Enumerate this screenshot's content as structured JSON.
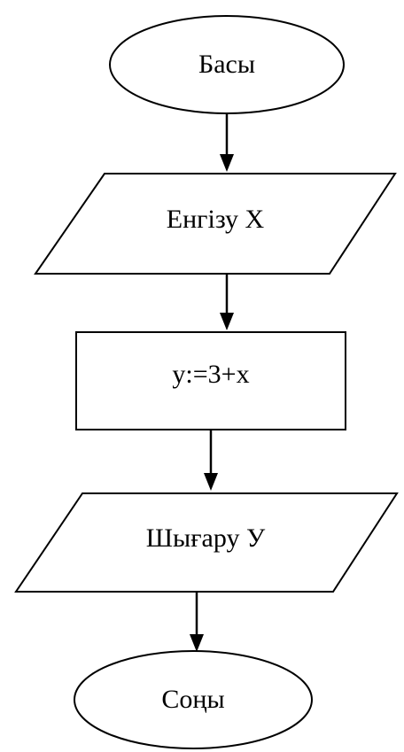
{
  "diagram": {
    "type": "flowchart",
    "nodes": [
      {
        "id": "start",
        "shape": "terminator",
        "label": "Басы"
      },
      {
        "id": "input",
        "shape": "parallelogram",
        "label": "Енгізу X"
      },
      {
        "id": "process",
        "shape": "rectangle",
        "label": "y:=3+x"
      },
      {
        "id": "output",
        "shape": "parallelogram",
        "label": "Шығару У"
      },
      {
        "id": "end",
        "shape": "terminator",
        "label": "Соңы"
      }
    ],
    "edges": [
      {
        "from": "start",
        "to": "input"
      },
      {
        "from": "input",
        "to": "process"
      },
      {
        "from": "process",
        "to": "output"
      },
      {
        "from": "output",
        "to": "end"
      }
    ],
    "colors": {
      "stroke": "#000000",
      "fill": "#ffffff",
      "text": "#000000"
    }
  }
}
